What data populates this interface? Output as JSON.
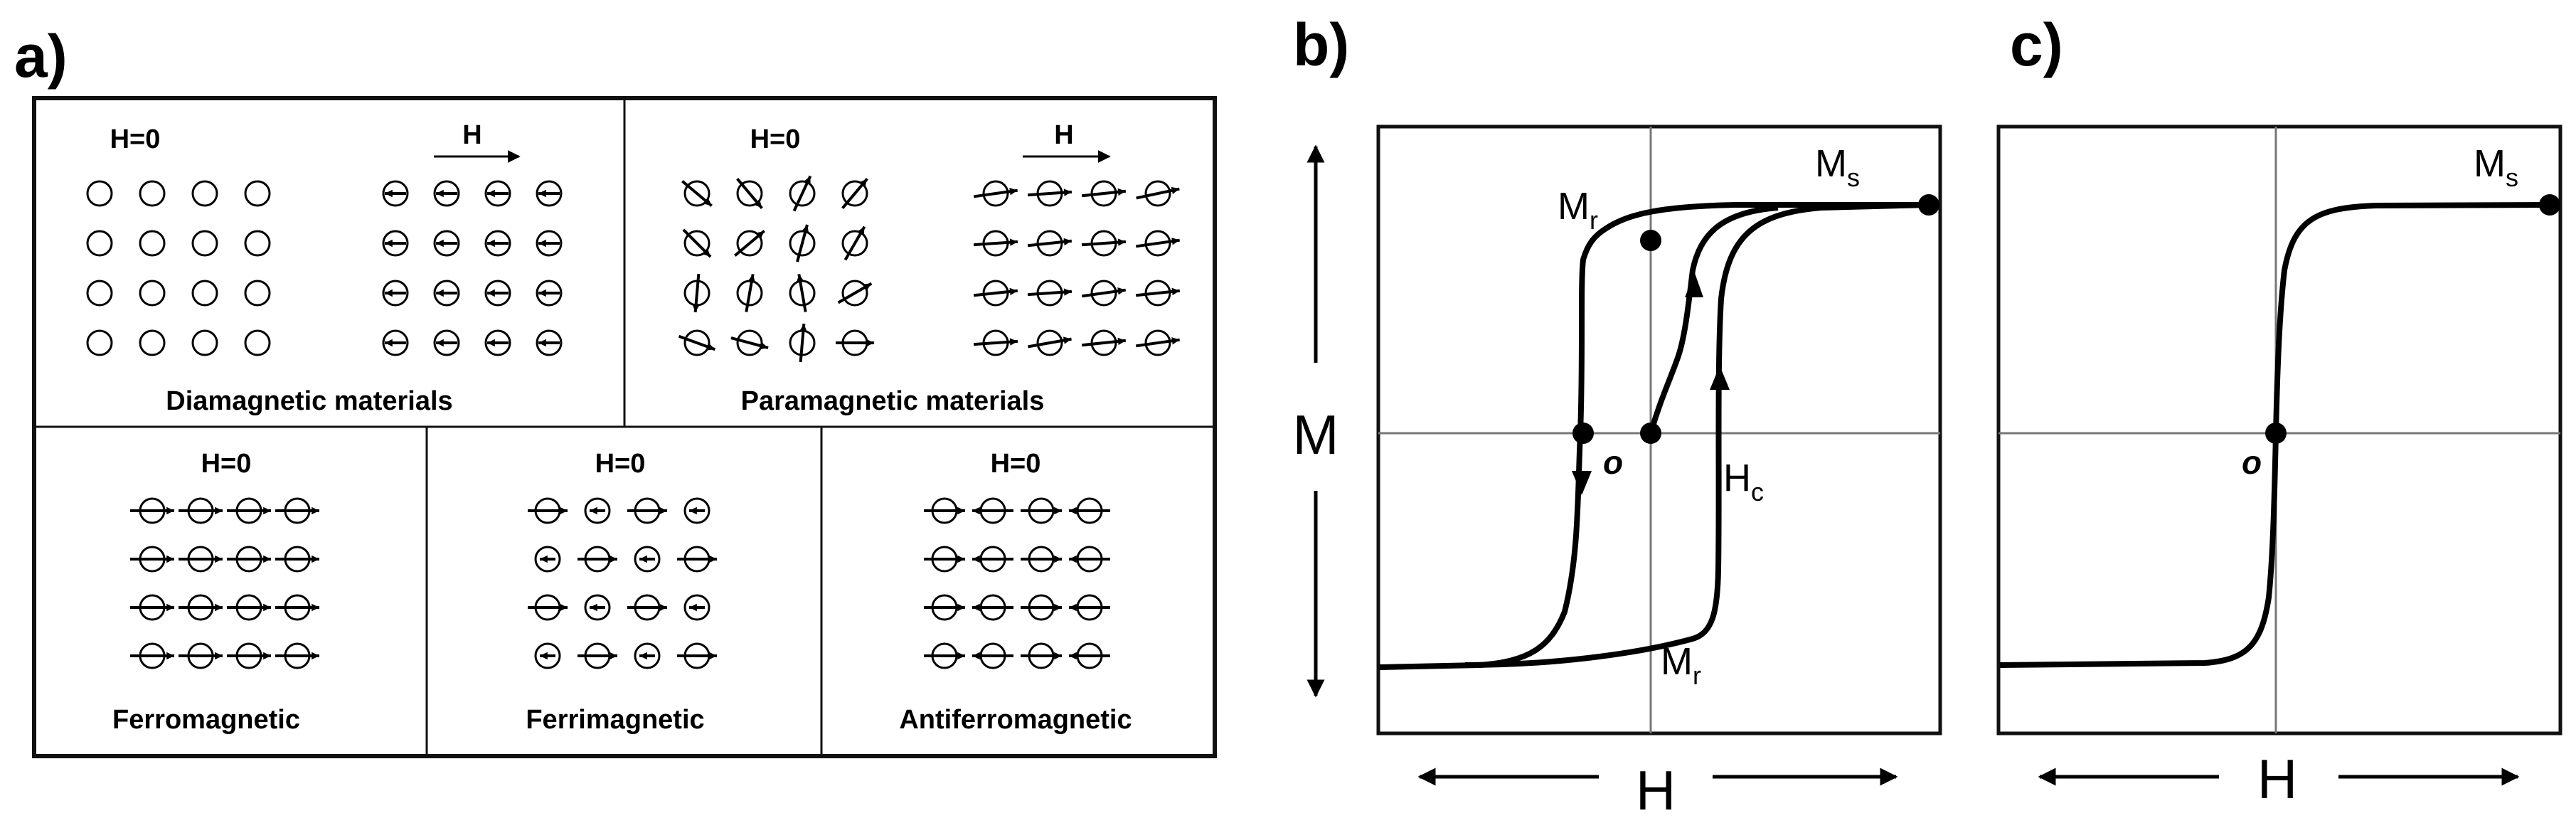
{
  "panels": {
    "a": {
      "letter": "a)",
      "cells": {
        "dia": {
          "h_zero": "H=0",
          "h_field": "H",
          "title": "Diamagnetic materials"
        },
        "para": {
          "h_zero": "H=0",
          "h_field": "H",
          "title": "Paramagnetic materials"
        },
        "ferro": {
          "h_zero": "H=0",
          "title": "Ferromagnetic"
        },
        "ferri": {
          "h_zero": "H=0",
          "title": "Ferrimagnetic"
        },
        "anti": {
          "h_zero": "H=0",
          "title": "Antiferromagnetic"
        }
      }
    },
    "b": {
      "letter": "b)",
      "y_axis": "M",
      "x_axis": "H",
      "origin": "o",
      "mr_top": {
        "main": "M",
        "sub": "r"
      },
      "ms": {
        "main": "M",
        "sub": "s"
      },
      "hc": {
        "main": "H",
        "sub": "c"
      },
      "mr_bottom": {
        "main": "M",
        "sub": "r"
      }
    },
    "c": {
      "letter": "c)",
      "x_axis": "H",
      "origin": "o",
      "ms": {
        "main": "M",
        "sub": "s"
      }
    }
  },
  "colors": {
    "ink": "#000000",
    "frame": "#111111",
    "grid": "#777777",
    "background": "#ffffff"
  }
}
